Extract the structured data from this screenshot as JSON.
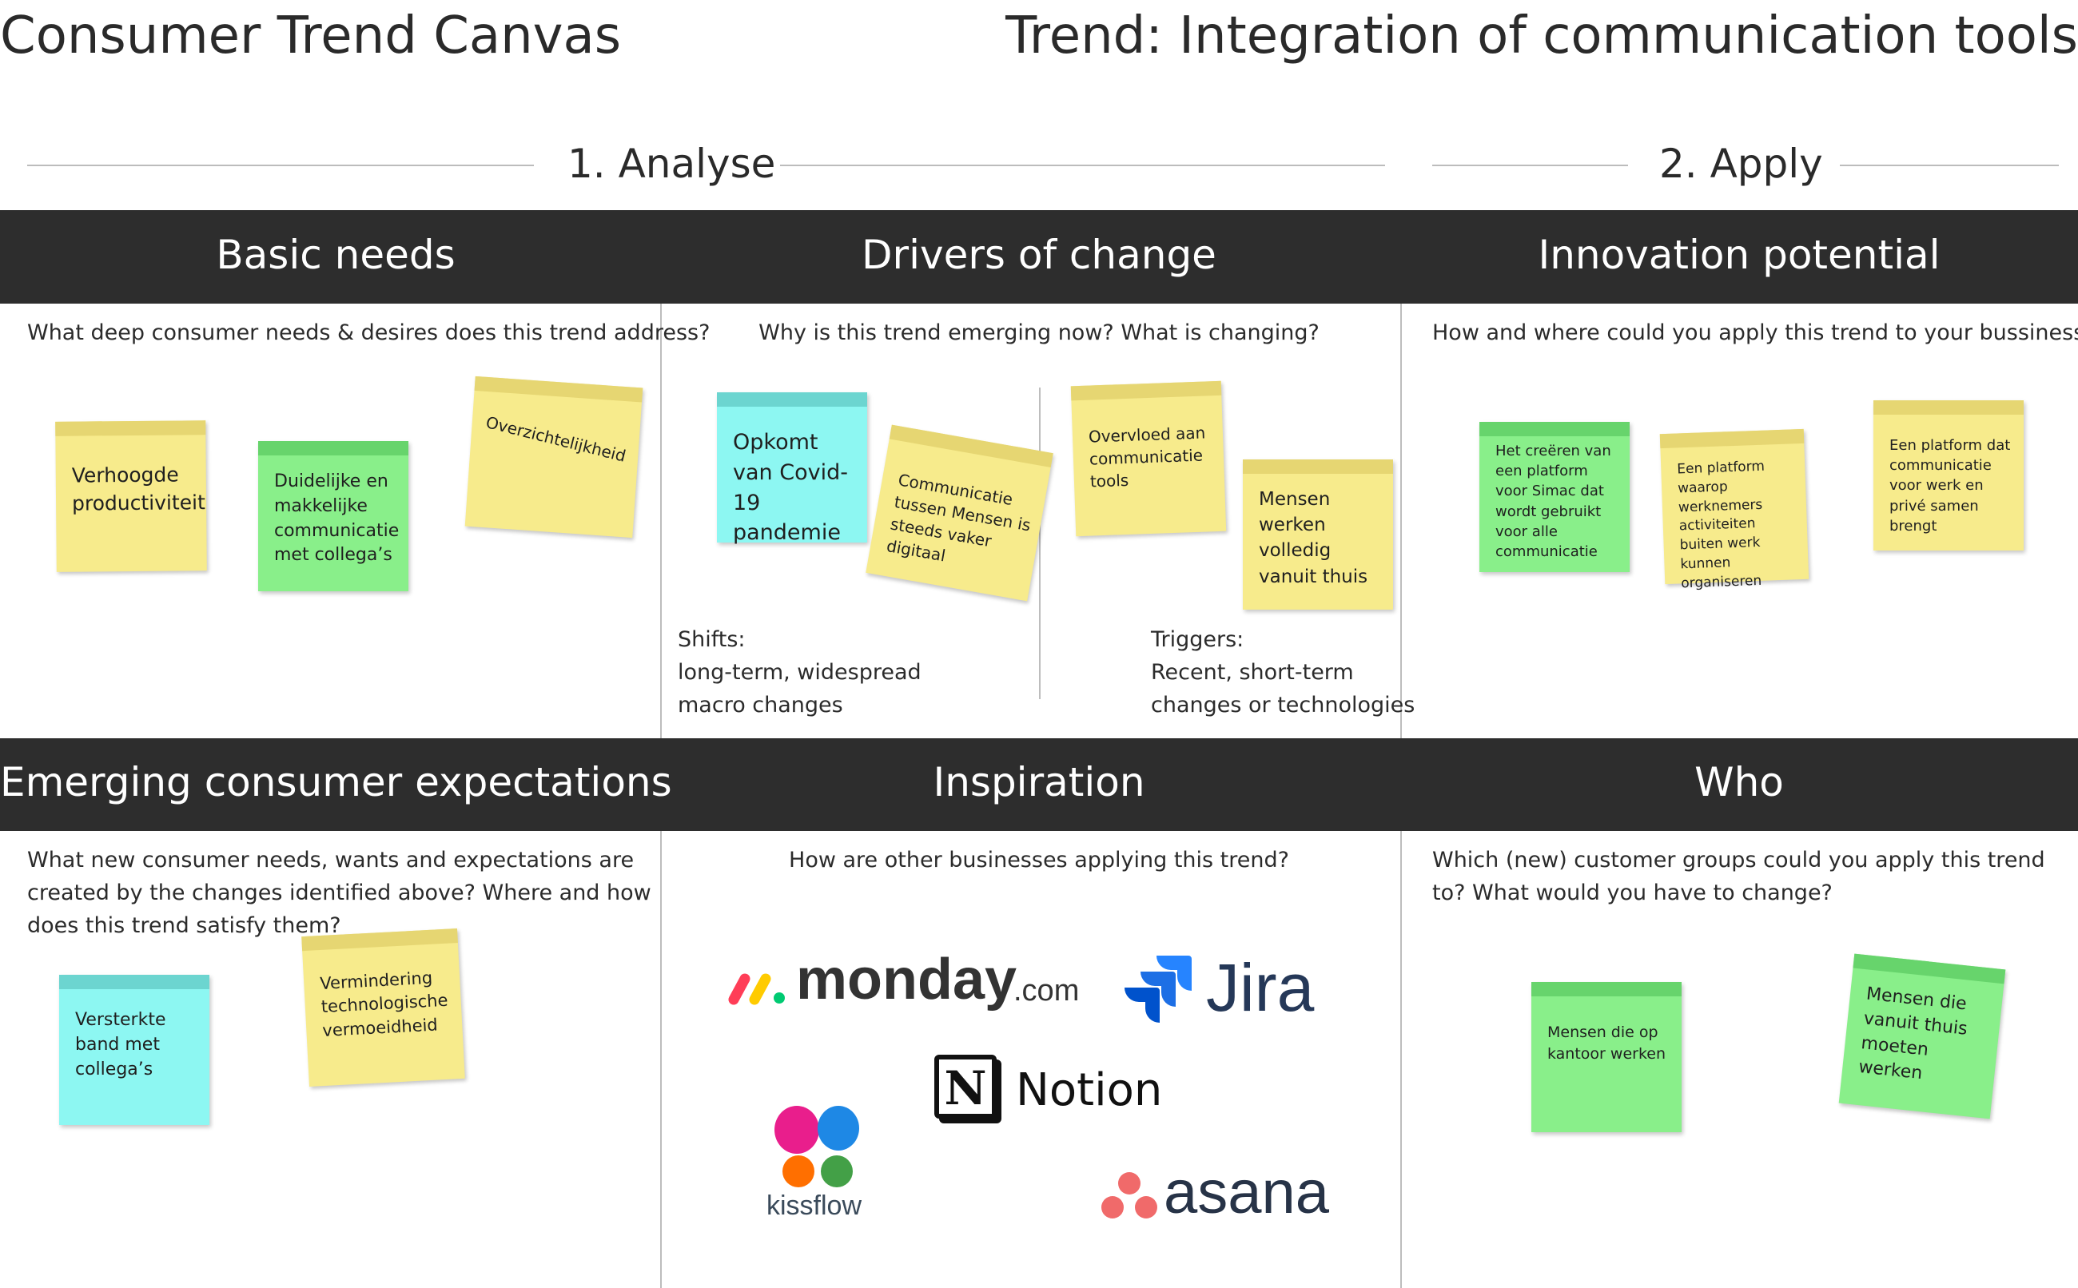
{
  "header": {
    "title": "Consumer Trend Canvas",
    "trend": "Trend: Integration of communication tools"
  },
  "sections": {
    "analyse": "1. Analyse",
    "apply": "2. Apply"
  },
  "panels": {
    "basic_needs": {
      "title": "Basic needs",
      "question": "What deep consumer needs & desires does this trend address?",
      "notes": [
        "Verhoogde productiviteit",
        "Duidelijke en makkelijke communicatie met collega’s",
        "Overzichtelijkheid"
      ]
    },
    "drivers": {
      "title": "Drivers of change",
      "question": "Why is this trend emerging now? What is changing?",
      "notes": [
        "Opkomt van Covid-19 pandemie",
        "Communicatie tussen Mensen is steeds vaker digitaal",
        "Overvloed aan communicatie tools",
        "Mensen werken volledig vanuit thuis"
      ],
      "shifts": [
        "Shifts:",
        "long-term, widespread",
        "macro changes"
      ],
      "triggers": [
        "Triggers:",
        "Recent, short-term",
        "changes or technologies"
      ]
    },
    "innovation": {
      "title": "Innovation potential",
      "question": "How and where could you apply this trend to your bussiness?",
      "notes": [
        "Het creëren van een platform voor Simac dat wordt gebruikt voor alle communicatie",
        "Een platform waarop werknemers activiteiten buiten werk kunnen organiseren",
        "Een platform dat communicatie voor werk en privé samen brengt"
      ]
    },
    "expectations": {
      "title": "Emerging consumer expectations",
      "question": "What new consumer needs, wants and expectations are created by the changes identified above? Where and how does this trend satisfy them?",
      "notes": [
        "Versterkte band met collega’s",
        "Vermindering technologische vermoeidheid"
      ]
    },
    "inspiration": {
      "title": "Inspiration",
      "question": "How are other businesses applying this trend?",
      "logos": {
        "monday": "monday",
        "monday_suffix": ".com",
        "jira": "Jira",
        "notion": "Notion",
        "notion_mark": "N",
        "kissflow": "kissflow",
        "asana": "asana"
      }
    },
    "who": {
      "title": "Who",
      "question": "Which (new) customer groups could you apply this trend to? What would you have to change?",
      "notes": [
        "Mensen die op kantoor werken",
        "Mensen die vanuit thuis moeten werken"
      ]
    }
  },
  "colors": {
    "band": "#2d2d2d",
    "note_yellow": "#f7eb8c",
    "note_green": "#89ef8a",
    "note_cyan": "#8df7f2"
  }
}
